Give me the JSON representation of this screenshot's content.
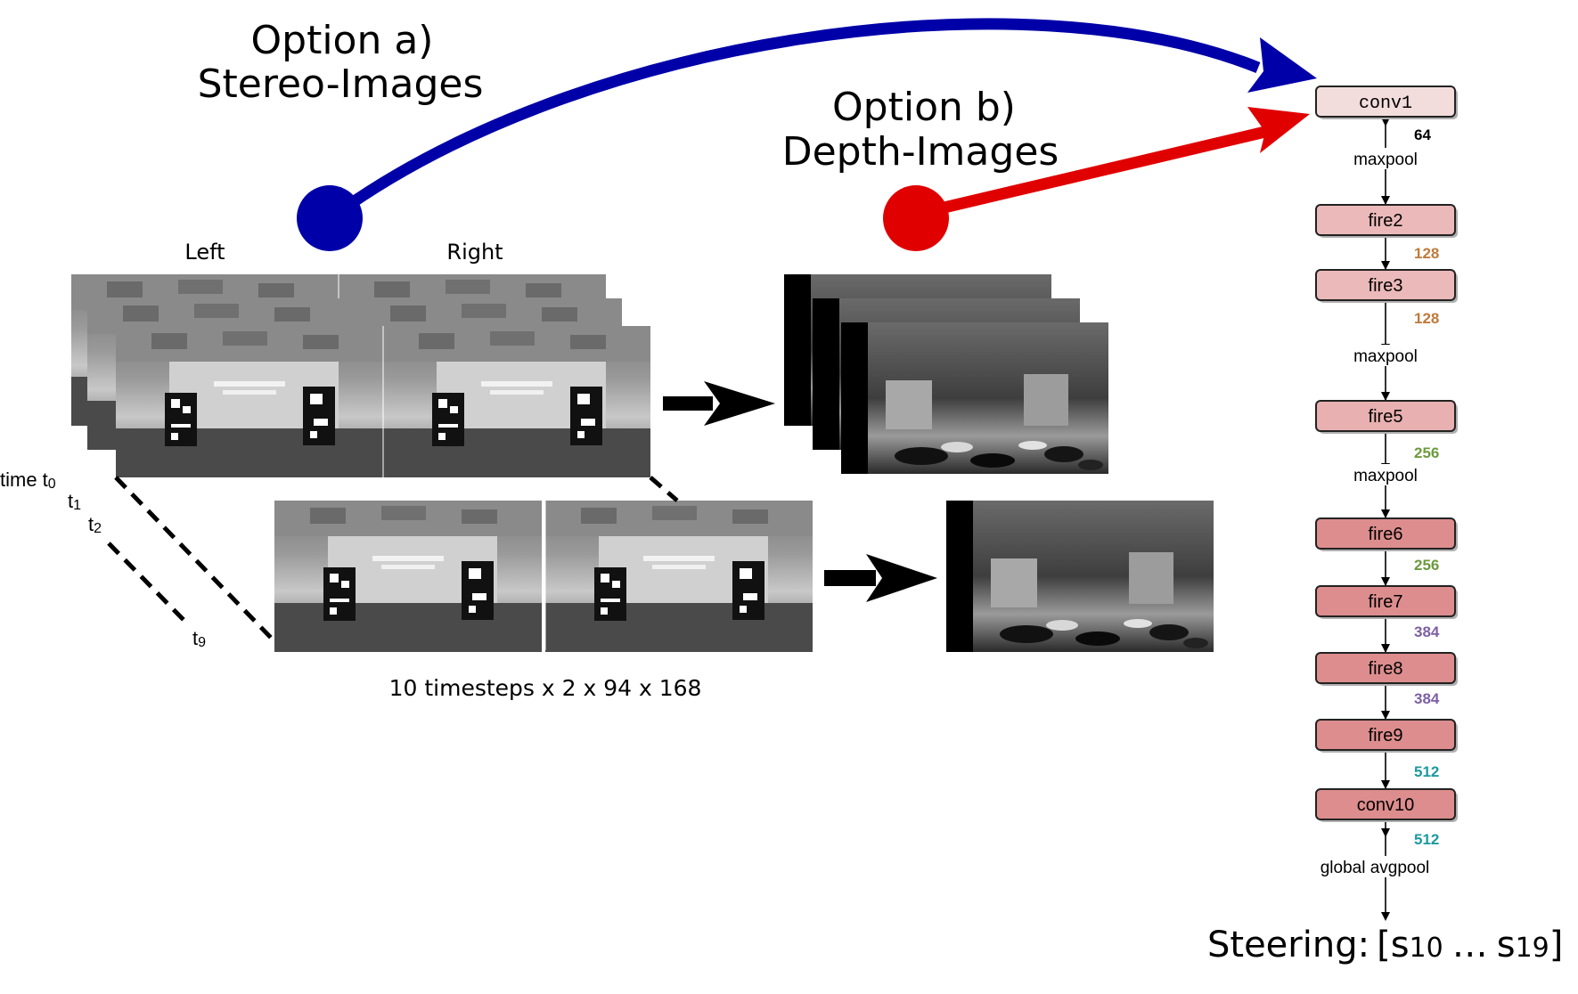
{
  "options": {
    "a": {
      "title": "Option a)",
      "subtitle": "Stereo-Images",
      "color": "#0000a8"
    },
    "b": {
      "title": "Option b)",
      "subtitle": "Depth-Images",
      "color": "#e00000"
    }
  },
  "stereo": {
    "left_label": "Left",
    "right_label": "Right",
    "dimensions": "10 timesteps x 2 x 94 x 168"
  },
  "time": {
    "t0": "time t",
    "t0_sub": "0",
    "t1": "t",
    "t1_sub": "1",
    "t2": "t",
    "t2_sub": "2",
    "t9": "t",
    "t9_sub": "9"
  },
  "network": {
    "layers": [
      {
        "label": "conv1",
        "fill": "#f3dcdc"
      },
      {
        "label": "fire2",
        "fill": "#ebb9b9"
      },
      {
        "label": "fire3",
        "fill": "#ebb9b9"
      },
      {
        "label": "fire5",
        "fill": "#e8b0b0"
      },
      {
        "label": "fire6",
        "fill": "#dd8d8d"
      },
      {
        "label": "fire7",
        "fill": "#dd8d8d"
      },
      {
        "label": "fire8",
        "fill": "#dd8d8d"
      },
      {
        "label": "fire9",
        "fill": "#dd8d8d"
      },
      {
        "label": "conv10",
        "fill": "#dd8d8d"
      }
    ],
    "channels": [
      {
        "value": "64",
        "color": "#000000"
      },
      {
        "value": "128",
        "color": "#c07a3a"
      },
      {
        "value": "128",
        "color": "#c07a3a"
      },
      {
        "value": "256",
        "color": "#6e9a3e"
      },
      {
        "value": "256",
        "color": "#6e9a3e"
      },
      {
        "value": "384",
        "color": "#7d5fa3"
      },
      {
        "value": "384",
        "color": "#7d5fa3"
      },
      {
        "value": "512",
        "color": "#1a9aa0"
      },
      {
        "value": "512",
        "color": "#1a9aa0"
      }
    ],
    "ops": [
      "maxpool",
      "maxpool",
      "maxpool",
      "global avgpool"
    ]
  },
  "output": {
    "prefix": "Steering:",
    "open": "[",
    "s1": "s",
    "s1_sub": "10",
    "dots": "…",
    "s2": "s",
    "s2_sub": "19",
    "close": "]"
  }
}
